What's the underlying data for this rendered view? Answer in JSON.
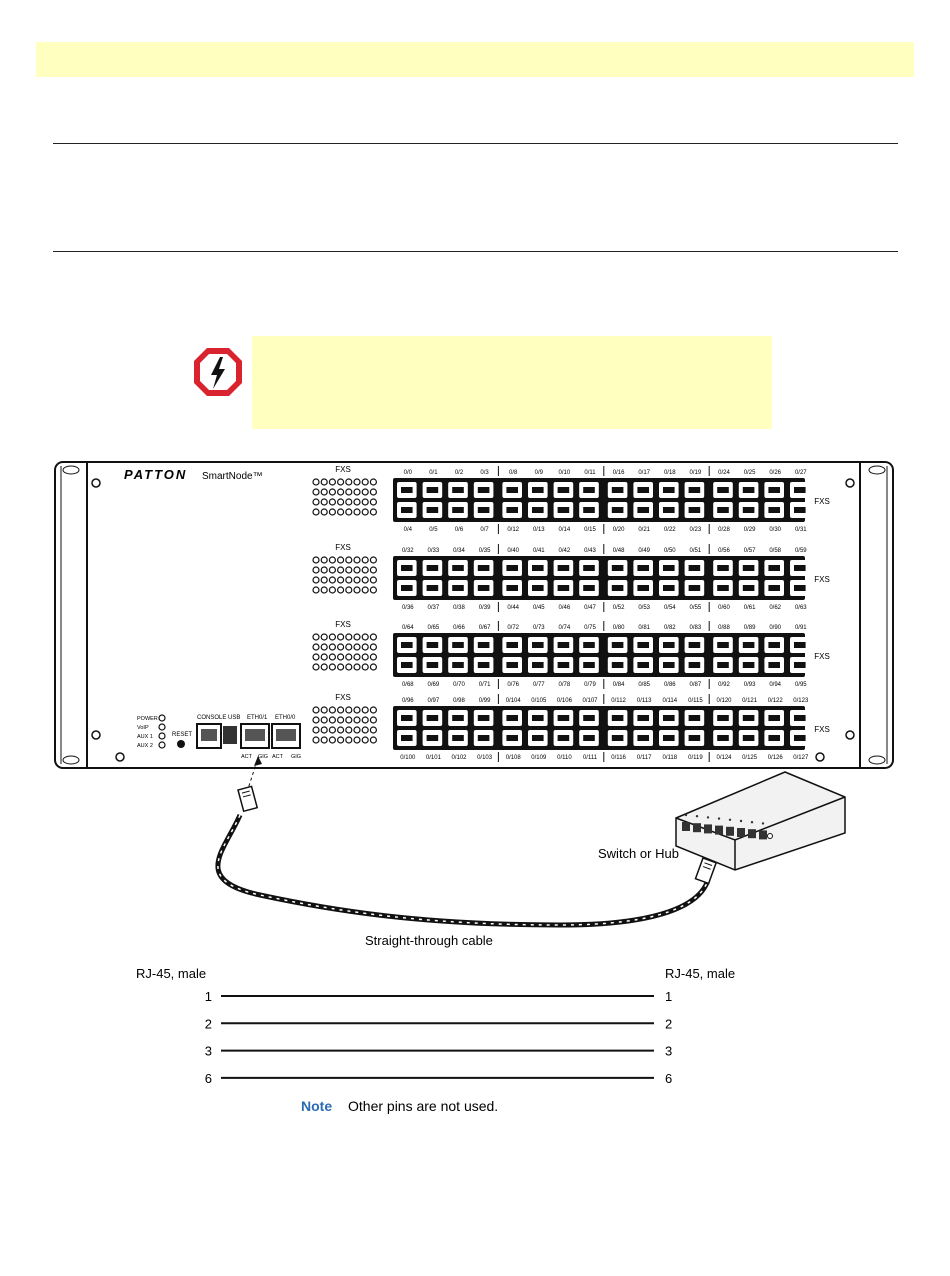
{
  "device": {
    "brand": "PATTON",
    "model": "SmartNode™",
    "fxs_label": "FXS",
    "group_label": "FXS",
    "rows": [
      {
        "top": [
          "0/0",
          "0/1",
          "0/2",
          "0/3",
          "0/8",
          "0/9",
          "0/10",
          "0/11",
          "0/16",
          "0/17",
          "0/18",
          "0/19",
          "0/24",
          "0/25",
          "0/26",
          "0/27"
        ],
        "bottom": [
          "0/4",
          "0/5",
          "0/6",
          "0/7",
          "0/12",
          "0/13",
          "0/14",
          "0/15",
          "0/20",
          "0/21",
          "0/22",
          "0/23",
          "0/28",
          "0/29",
          "0/30",
          "0/31"
        ]
      },
      {
        "top": [
          "0/32",
          "0/33",
          "0/34",
          "0/35",
          "0/40",
          "0/41",
          "0/42",
          "0/43",
          "0/48",
          "0/49",
          "0/50",
          "0/51",
          "0/56",
          "0/57",
          "0/58",
          "0/59"
        ],
        "bottom": [
          "0/36",
          "0/37",
          "0/38",
          "0/39",
          "0/44",
          "0/45",
          "0/46",
          "0/47",
          "0/52",
          "0/53",
          "0/54",
          "0/55",
          "0/60",
          "0/61",
          "0/62",
          "0/63"
        ]
      },
      {
        "top": [
          "0/64",
          "0/65",
          "0/66",
          "0/67",
          "0/72",
          "0/73",
          "0/74",
          "0/75",
          "0/80",
          "0/81",
          "0/82",
          "0/83",
          "0/88",
          "0/89",
          "0/90",
          "0/91"
        ],
        "bottom": [
          "0/68",
          "0/69",
          "0/70",
          "0/71",
          "0/76",
          "0/77",
          "0/78",
          "0/79",
          "0/84",
          "0/85",
          "0/86",
          "0/87",
          "0/92",
          "0/93",
          "0/94",
          "0/95"
        ]
      },
      {
        "top": [
          "0/96",
          "0/97",
          "0/98",
          "0/99",
          "0/104",
          "0/105",
          "0/106",
          "0/107",
          "0/112",
          "0/113",
          "0/114",
          "0/115",
          "0/120",
          "0/121",
          "0/122",
          "0/123"
        ],
        "bottom": [
          "0/100",
          "0/101",
          "0/102",
          "0/103",
          "0/108",
          "0/109",
          "0/110",
          "0/111",
          "0/116",
          "0/117",
          "0/118",
          "0/119",
          "0/124",
          "0/125",
          "0/126",
          "0/127"
        ]
      }
    ],
    "status_leds": [
      "POWER",
      "VoIP",
      "AUX 1",
      "AUX 2"
    ],
    "reset_label": "RESET",
    "console_label": "CONSOLE USB",
    "eth1_label": "ETH0/1",
    "eth0_label": "ETH0/0",
    "bottom_port_labels": [
      "ACT",
      "GIG",
      "ACT",
      "GIG"
    ]
  },
  "switch_label": "Switch or Hub",
  "cable_label": "Straight-through cable",
  "pinout": {
    "left_label": "RJ-45, male",
    "right_label": "RJ-45, male",
    "pins": [
      "1",
      "2",
      "3",
      "6"
    ],
    "note_label": "Note",
    "note_text": "Other pins are not used."
  },
  "colors": {
    "highlight": "#ffffc0",
    "warning_red": "#d9232e",
    "note_blue": "#2a6bb4"
  }
}
